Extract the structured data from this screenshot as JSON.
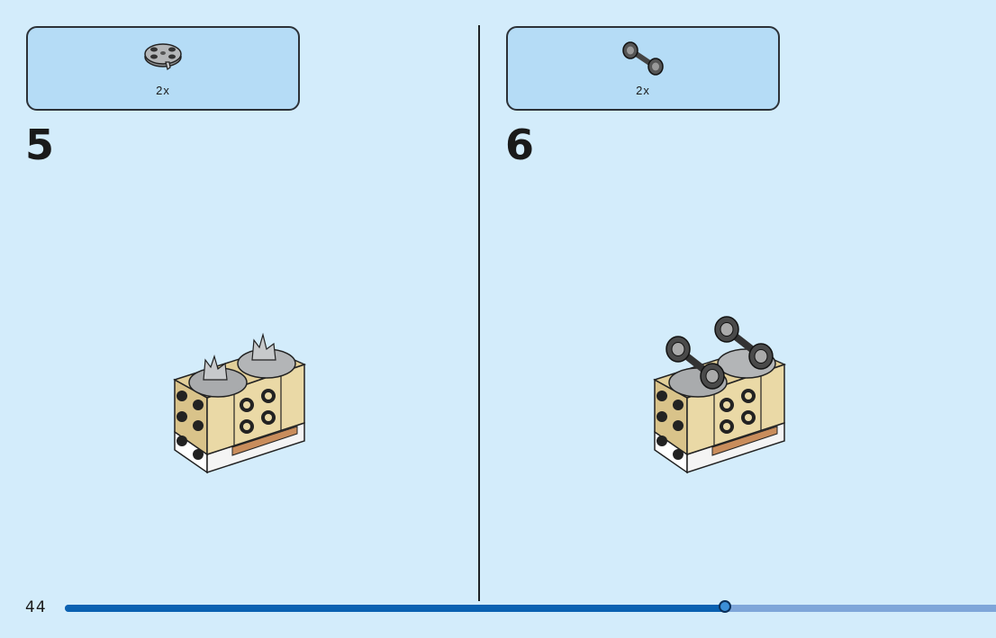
{
  "left_step": {
    "number": "5",
    "part": {
      "icon": "round-plate-with-clip-icon",
      "qty": "2x"
    }
  },
  "right_step": {
    "number": "6",
    "part": {
      "icon": "wheel-axle-icon",
      "qty": "2x"
    }
  },
  "footer": {
    "page_number": "44",
    "progress": 0.709
  },
  "colors": {
    "background": "#d3ecfb",
    "parts_box": "#b5dcf6",
    "progress_fill": "#0a61b1",
    "progress_track": "#7fa6d9",
    "tan_brick": "#e2cf99",
    "grey_plate": "#a9abad"
  }
}
